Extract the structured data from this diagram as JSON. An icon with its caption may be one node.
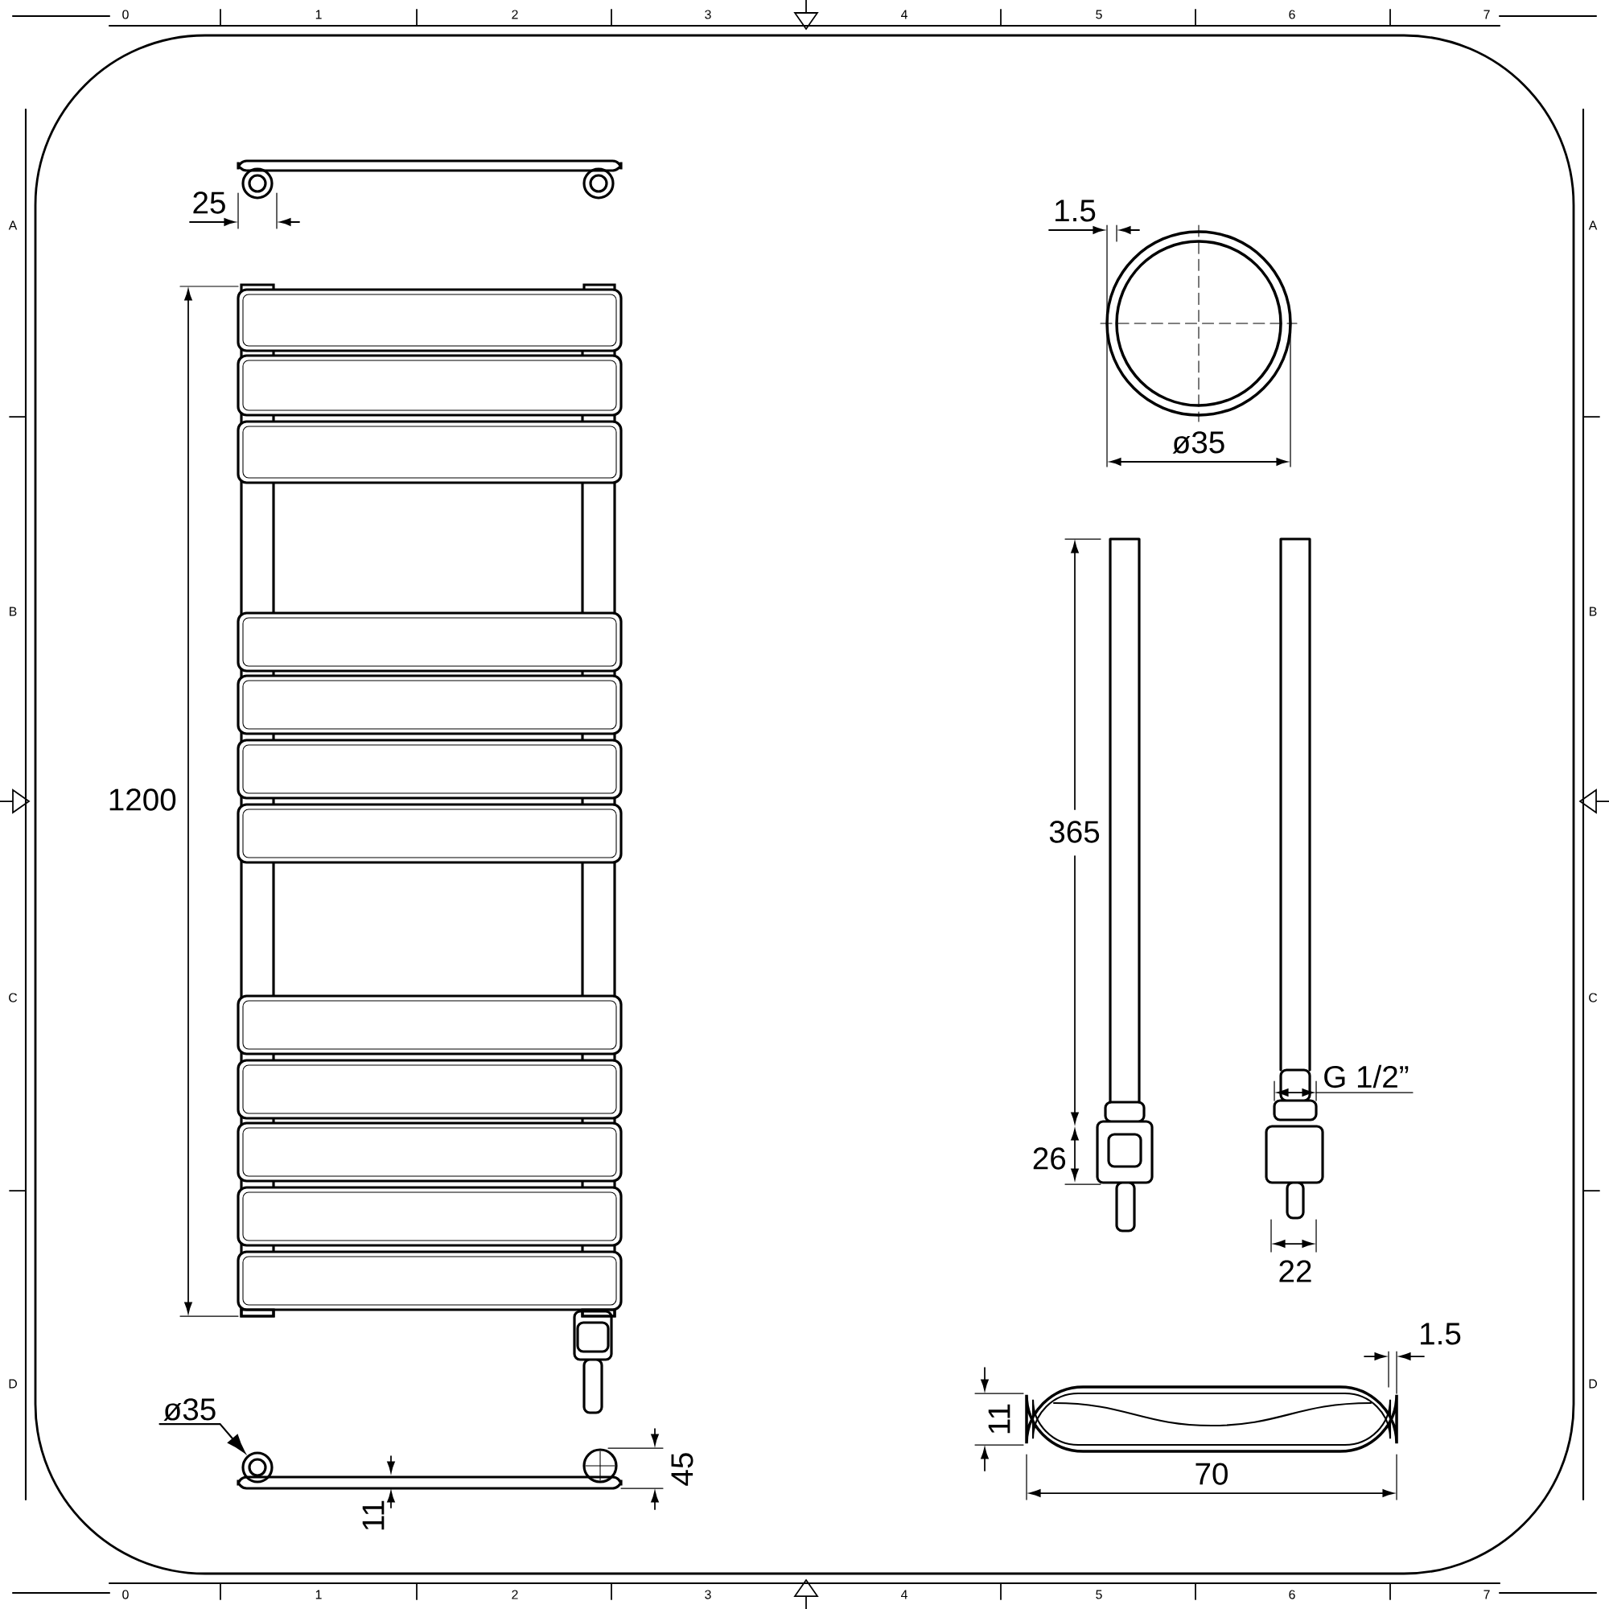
{
  "diagram": {
    "nodes": [
      {
        "text": [
          "ø35"
        ]
      },
      {
        "text": [],
        "shape": "circle"
      }
    ],
    "edges": [
      {
        "from": 0,
        "to": 1,
        "arrow": "to"
      }
    ],
    "labels": [
      "0",
      "1",
      "2",
      "3",
      "4",
      "5",
      "6",
      "7",
      "A",
      "B",
      "C",
      "D",
      "A",
      "B",
      "C",
      "D",
      "0",
      "1",
      "2",
      "3",
      "4",
      "5",
      "6",
      "7",
      "25",
      "1.5",
      "1200",
      "ø35",
      "365",
      "G 1/2”",
      "26",
      "22",
      "1.5",
      "11",
      "45",
      "70",
      "11"
    ]
  }
}
